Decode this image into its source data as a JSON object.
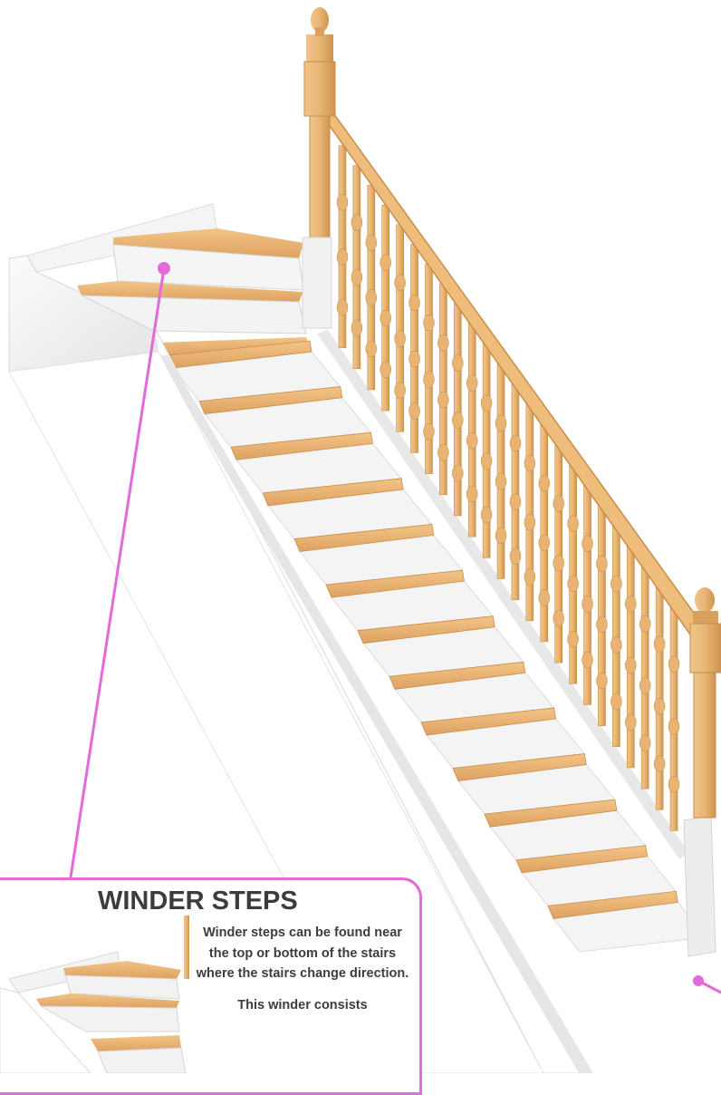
{
  "callout": {
    "title": "WINDER STEPS",
    "body": "Winder steps can be found near the top or bottom of the stairs where the stairs change direction.",
    "body_continued": "This winder consists"
  },
  "colors": {
    "accent_pink": "#e36ad9",
    "wood": "#e7b574",
    "wood_dark": "#c98d48",
    "riser_white": "#f2f2f2",
    "stringer_shadow": "#cfcfcf"
  },
  "icons": [
    "pointer-dot-icon",
    "newel-post-icon"
  ]
}
